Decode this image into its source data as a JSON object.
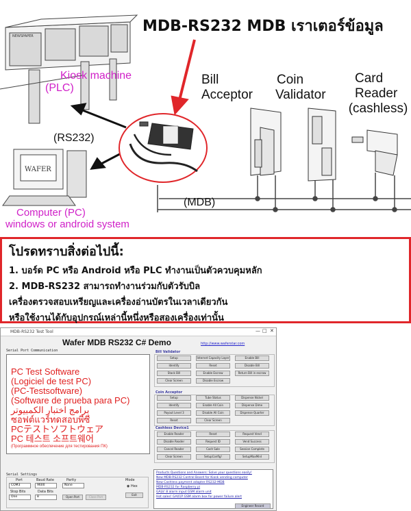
{
  "title": "MDB-RS232 MDB เราเตอร์ข้อมูล",
  "labels": {
    "kiosk_line1": "Kiosk machine",
    "kiosk_line2": "(PLC)",
    "rs232": "(RS232)",
    "pc_line1": "Computer (PC)",
    "pc_line2": "windows or android system",
    "bill_line1": "Bill",
    "bill_line2": "Acceptor",
    "coin_line1": "Coin",
    "coin_line2": "Validator",
    "card_line1": "Card",
    "card_line2": "Reader",
    "card_line3": "(cashless)",
    "mdb": "(MDB)",
    "wafer_screen": "WAFER",
    "kiosk_sign": "NEWSPAPER"
  },
  "colors": {
    "accent_red": "#e0262a",
    "magenta": "#d020c8"
  },
  "notice": {
    "heading": "โปรดทราบสิ่งต่อไปนี้:",
    "lines": [
      "1. บอร์ด PC หรือ Android หรือ PLC ทำงานเป็นตัวควบคุมหลัก",
      "2. MDB-RS232 สามารถทำงานร่วมกับตัวรับบิล",
      "เครื่องตรวจสอบเหรียญและเครื่องอ่านบัตรในเวลาเดียวกัน",
      "หรือใช้งานได้กับอุปกรณ์เหล่านี้หนึ่งหรือสองเครื่องเท่านั้น"
    ]
  },
  "app": {
    "window_title": "MDB-RS232 Test Tool",
    "title": "Wafer MDB RS232 C# Demo",
    "link": "http://www.waferstar.com",
    "serial_port_comm": "Serial Port Communication",
    "software_lines": [
      "PC Test Software",
      "(Logiciel de test PC)",
      "(PC-Testsoftware)",
      "(Software de prueba para PC)",
      "برامج اختبار الكمبيوتر",
      "ซอฟต์แวร์ทดสอบพีซี",
      "PCテストソフトウェア",
      "PC 테스트 소프트웨어"
    ],
    "software_small": "(Программное обеспечение для тестирования ПК)",
    "bill_validator": "Bill Validator",
    "bill_buttons": [
      "Setup",
      "Internet Capacity Layer",
      "Enable Bill",
      "Identify",
      "Reset",
      "Disable Bill",
      "Stack Bill",
      "Enable Escrow",
      "Return Bill in escrow",
      "Clear Screen",
      "Disable Escrow",
      ""
    ],
    "coin_acceptor": "Coin Acceptor",
    "coin_buttons": [
      "Setup",
      "Tube Status",
      "Dispense Nickel",
      "Identify",
      "Enable All Coin",
      "Dispense Dime",
      "Payout Level 3",
      "Disable All Coin",
      "Dispense Quarter",
      "Reset",
      "Clear Screen",
      ""
    ],
    "cashless": "Cashless Device1",
    "cashless_buttons": [
      "Enable Reader",
      "Reset",
      "Request Vend",
      "Disable Reader",
      "Request ID",
      "Vend Success",
      "Cancel Reader",
      "Cash Sale",
      "Session Complete",
      "Clear Screen",
      "SetupConfig!",
      "SetupMaxMinI"
    ],
    "serial_settings": "Serial Settings",
    "port_label": "Port",
    "baud_label": "Baud Rate",
    "parity_label": "Parity",
    "mode_label": "Mode",
    "port_value": "COM3",
    "baud_value": "9600",
    "parity_value": "None",
    "stop_label": "Stop Bits",
    "data_label": "Data Bits",
    "stop_value": "One",
    "data_value": "8",
    "mode_hex": "Hex",
    "open_port": "Open Port",
    "close_port": "Close Port",
    "exit": "Exit",
    "news": [
      "Products Questions and Answers: Solve your questions easily!",
      "New MDB-RS232 Control Board for Kiosk vending computer",
      "New Cashless payment adapter RS232-MDB",
      "MDB-RS232 for Raspberry pi",
      "GALV: 8 alarm input GSM alarm unit",
      "Hot sales! GA01P GSM alarm box for power failure alert"
    ],
    "engineer": "Engineer Record"
  }
}
